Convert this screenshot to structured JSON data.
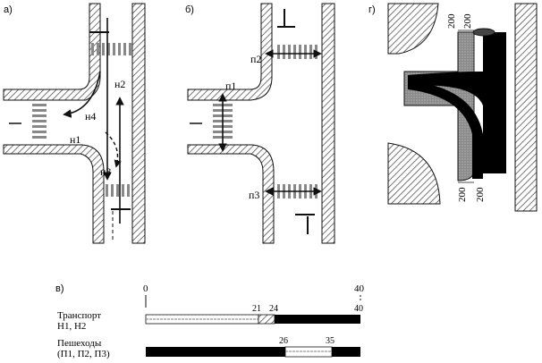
{
  "panels": {
    "a": {
      "label": "а)",
      "moves": [
        "н2",
        "н4",
        "н1",
        "н3"
      ]
    },
    "b": {
      "label": "б)",
      "crossings": [
        "п2",
        "п1",
        "п3"
      ]
    },
    "g": {
      "label": "г)",
      "dims_top": [
        "200",
        "200"
      ],
      "dims_bottom": [
        "200",
        "200"
      ]
    },
    "v": {
      "label": "в)",
      "axis_start": "0",
      "axis_end": "40",
      "rows": [
        {
          "title": "Транспорт",
          "subtitle": "Н1, Н2",
          "marks": [
            "21",
            "24",
            "40"
          ]
        },
        {
          "title": "Пешеходы",
          "subtitle": "(П1, П2, П3)",
          "marks": [
            "26",
            "35"
          ]
        }
      ]
    }
  },
  "colors": {
    "ink": "#111111",
    "hatch": "#555555",
    "paper": "#ffffff"
  }
}
